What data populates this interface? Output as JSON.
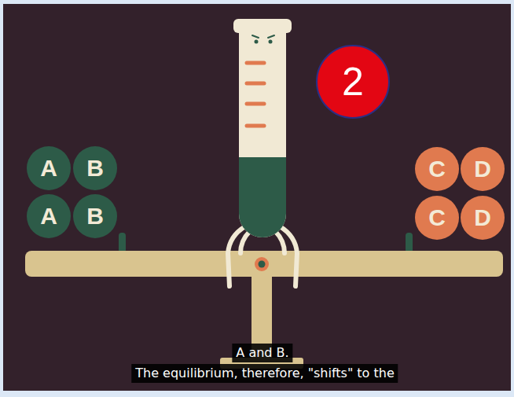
{
  "diagram": {
    "nodes": [
      {
        "text": [
          "2"
        ]
      },
      {
        "text": [
          "A"
        ]
      },
      {
        "text": [
          "B"
        ]
      },
      {
        "text": [
          "C"
        ]
      },
      {
        "text": [
          "D"
        ]
      },
      {
        "text": [
          "A"
        ]
      },
      {
        "text": [
          "B"
        ]
      },
      {
        "text": [
          "C"
        ]
      },
      {
        "text": [
          "D"
        ]
      },
      {
        "text": [
          "A and B."
        ]
      },
      {
        "text": [
          "The equilibrium, therefore, \"shifts\" to the"
        ]
      }
    ]
  }
}
